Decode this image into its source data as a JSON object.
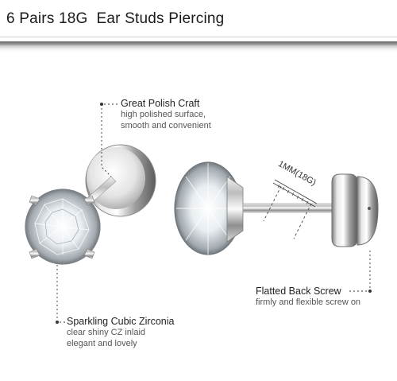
{
  "title": "6 Pairs 18G  Ear Studs Piercing",
  "measure_label": "1MM(18G)",
  "callouts": {
    "polish": {
      "heading": "Great Polish Craft",
      "line1": "high polished surface,",
      "line2": "smooth and convenient"
    },
    "screw": {
      "heading": "Flatted Back Screw",
      "line1": "firmly and flexible screw on"
    },
    "zirconia": {
      "heading": "Sparkling Cubic Zirconia",
      "line1": "clear shiny CZ inlaid",
      "line2": "elegant and lovely"
    }
  }
}
